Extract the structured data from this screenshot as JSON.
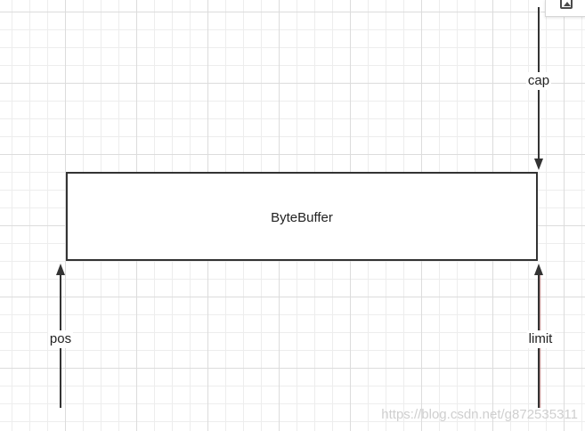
{
  "diagram": {
    "buffer": {
      "label": "ByteBuffer"
    },
    "pointers": {
      "cap": {
        "label": "cap"
      },
      "pos": {
        "label": "pos"
      },
      "limit": {
        "label": "limit"
      }
    },
    "watermark": "https://blog.csdn.net/g872535311",
    "colors": {
      "stroke": "#333333",
      "limit_shadow": "#b07070",
      "grid_major": "#dcdcdc",
      "grid_minor": "#ededed"
    },
    "toolbar": {
      "icon": "image-icon"
    }
  }
}
